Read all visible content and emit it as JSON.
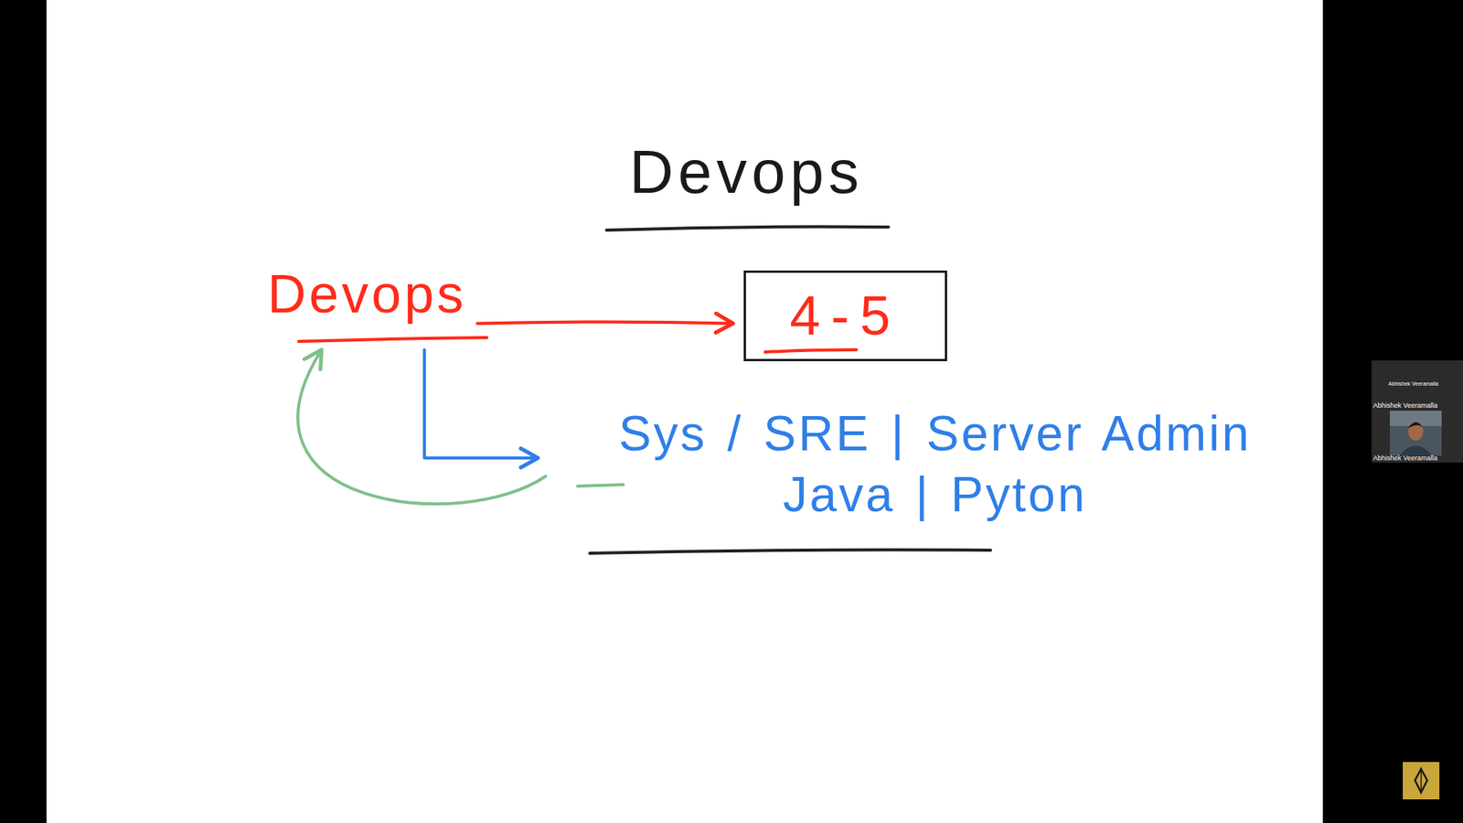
{
  "diagram": {
    "title": "Devops",
    "nodes": [
      {
        "text": [
          "Devops"
        ]
      },
      {
        "text": [
          "4-5"
        ]
      },
      {
        "text": [
          "Sys / SRE | Server Admin",
          "Java | Pyton"
        ]
      }
    ],
    "edges": [
      {
        "from": 0,
        "to": 1,
        "arrow": "to"
      },
      {
        "from": 0,
        "to": 2,
        "arrow": "to"
      },
      {
        "from": 2,
        "to": 0,
        "arrow": "to"
      }
    ],
    "labels": [
      "Abhishek Veeramalla",
      "Abhishek Veeramalla",
      "Abhishek Veeramalla"
    ]
  }
}
